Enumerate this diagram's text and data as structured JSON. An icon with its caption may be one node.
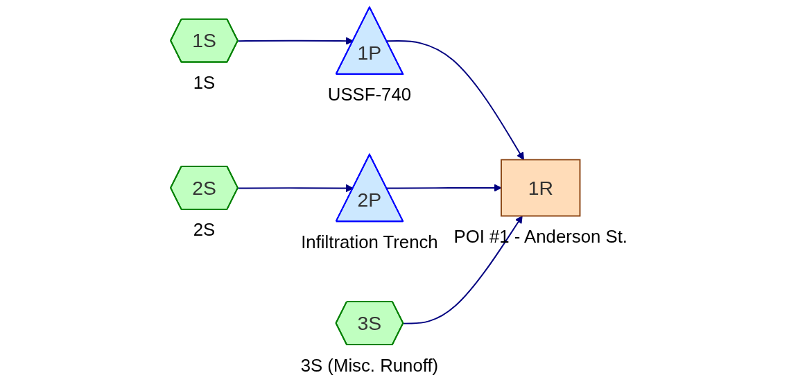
{
  "diagram": {
    "nodes": [
      {
        "text": [
          "1S"
        ],
        "beside": [
          "1S"
        ]
      },
      {
        "text": [
          "1P"
        ],
        "beside": [
          "USSF-740"
        ]
      },
      {
        "text": [
          "2P"
        ],
        "beside": [
          "Infiltration Trench"
        ]
      },
      {
        "text": [
          "2S"
        ],
        "beside": [
          "2S"
        ]
      },
      {
        "text": [
          "1R"
        ],
        "beside": [
          "POI #1 - Anderson St."
        ]
      },
      {
        "text": [
          "3S"
        ],
        "beside": [
          "3S (Misc. Runoff)"
        ]
      }
    ],
    "edges": [
      {
        "from": 0,
        "to": 1,
        "arrow": "to"
      },
      {
        "from": 3,
        "to": 2,
        "arrow": "to"
      },
      {
        "from": 1,
        "to": 4,
        "arrow": "to"
      },
      {
        "from": 2,
        "to": 4,
        "arrow": "to"
      },
      {
        "from": 5,
        "to": 4,
        "arrow": "to"
      }
    ]
  }
}
